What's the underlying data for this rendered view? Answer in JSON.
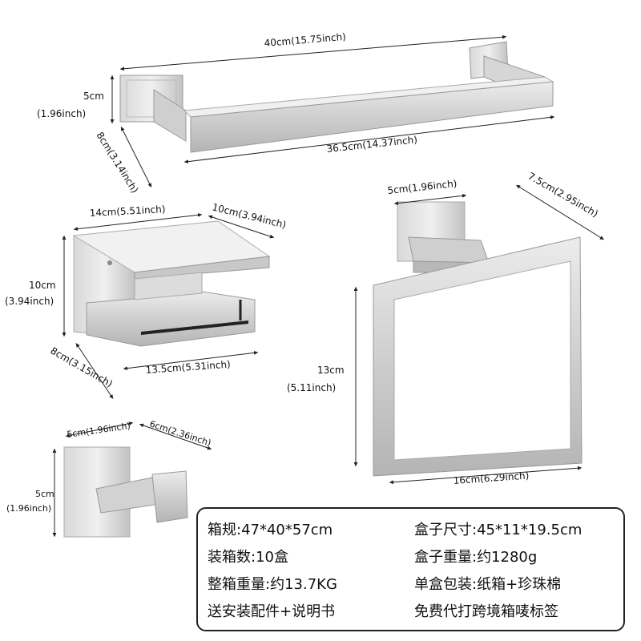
{
  "dimensions": {
    "towel_bar": {
      "total_length": "40cm(15.75inch)",
      "bar_length": "36.5cm(14.37inch)",
      "base_height_cm": "5cm",
      "base_height_in": "(1.96inch)",
      "depth": "8cm(3.14inch)"
    },
    "paper_holder": {
      "shelf_width": "14cm(5.51inch)",
      "shelf_depth": "10cm(3.94inch)",
      "height_cm": "10cm",
      "height_in": "(3.94inch)",
      "holder_length": "13.5cm(5.31inch)",
      "depth": "8cm(3.15inch)"
    },
    "towel_ring": {
      "base_width": "5cm(1.96inch)",
      "depth": "7.5cm(2.95inch)",
      "height_cm": "13cm",
      "height_in": "(5.11inch)",
      "width": "16cm(6.29inch)"
    },
    "robe_hook": {
      "base_width": "5cm(1.96inch)",
      "depth": "6cm(2.36inch)",
      "height_cm": "5cm",
      "height_in": "(1.96inch)"
    }
  },
  "specs": {
    "left": [
      "箱规:47*40*57cm",
      "装箱数:10盒",
      "整箱重量:约13.7KG",
      "送安装配件+说明书"
    ],
    "right": [
      "盒子尺寸:45*11*19.5cm",
      "盒子重量:约1280g",
      "单盒包装:纸箱+珍珠棉",
      "免费代打跨境箱唛标签"
    ]
  },
  "colors": {
    "metal_light": "#e4e4e4",
    "metal_mid": "#c9c9c9",
    "metal_dark": "#a8a8a8",
    "line": "#222222"
  }
}
